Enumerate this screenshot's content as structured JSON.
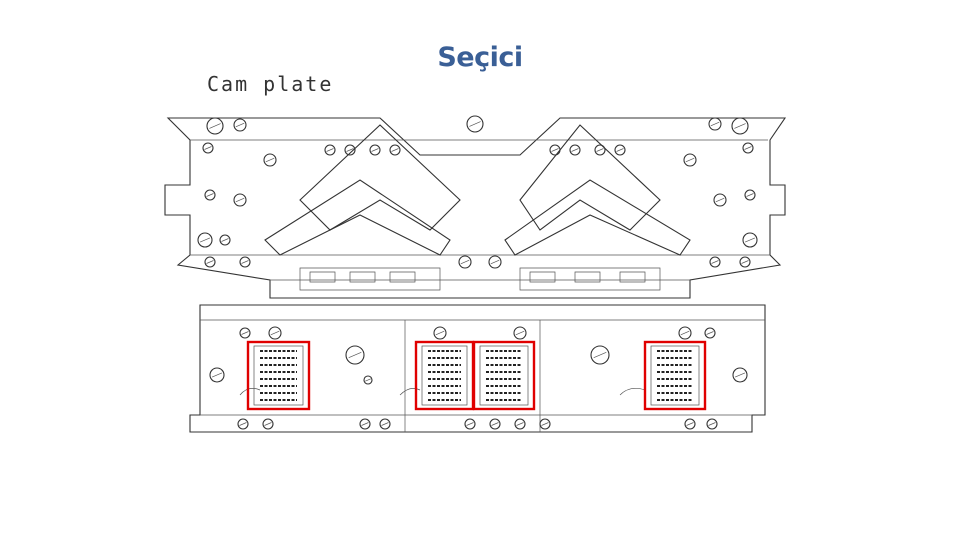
{
  "slide": {
    "title": "Seçici",
    "accent_color": "#3a5f96",
    "highlight_color": "#e00000"
  },
  "diagram": {
    "label": "Cam plate",
    "highlight_count": 4
  }
}
